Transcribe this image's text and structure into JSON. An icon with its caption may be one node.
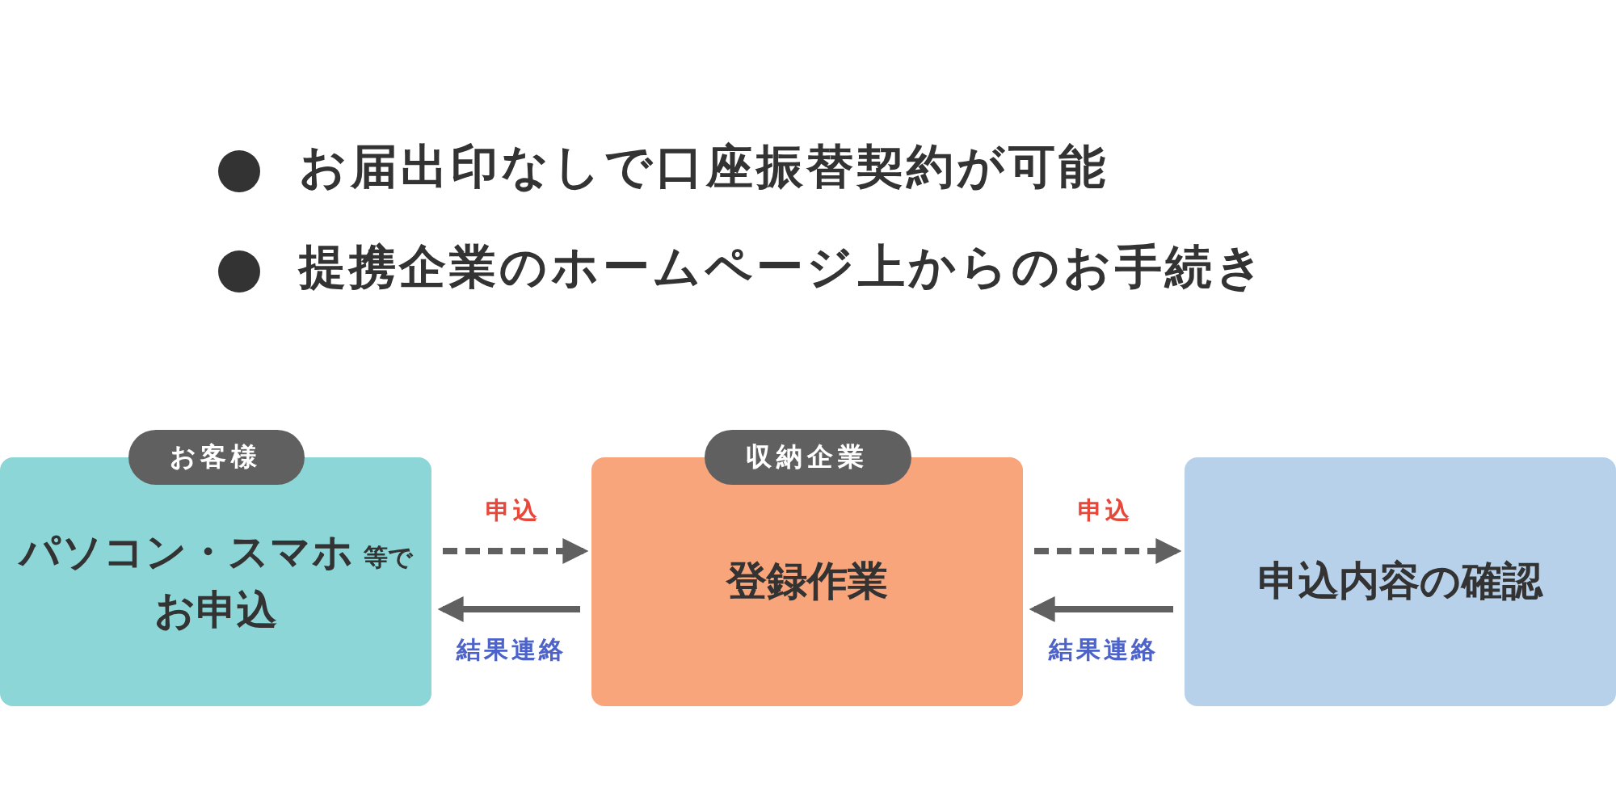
{
  "diagram": {
    "nodes": [
      {
        "text": [
          "お客様",
          "パソコン・スマホ",
          "等で",
          "お申込"
        ]
      },
      {
        "text": [
          "収納企業",
          "登録作業"
        ]
      },
      {
        "text": [
          "申込内容の確認"
        ]
      }
    ],
    "edges": [
      {
        "from": 0,
        "to": 1,
        "arrow": "to",
        "label": "申込",
        "style": "dashed"
      },
      {
        "from": 1,
        "to": 0,
        "arrow": "to",
        "label": "結果連絡"
      },
      {
        "from": 1,
        "to": 2,
        "arrow": "to",
        "label": "申込",
        "style": "dashed"
      },
      {
        "from": 2,
        "to": 1,
        "arrow": "to",
        "label": "結果連絡"
      }
    ],
    "labels": [
      "お届出印なしで口座振替契約が可能",
      "提携企業のホームページ上からのお手続き"
    ]
  }
}
